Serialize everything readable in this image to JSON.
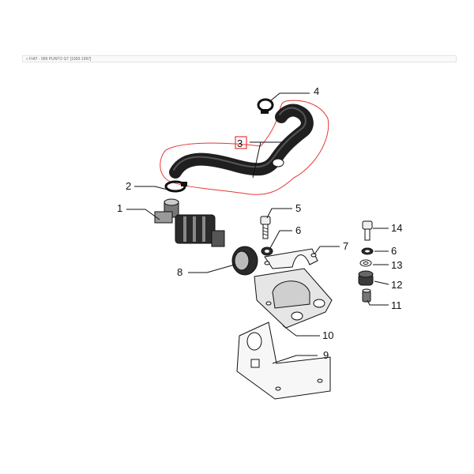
{
  "breadcrumb": "« FIAT - 999 PUNTO GT [1993-1997]",
  "colors": {
    "highlight": "#e53935",
    "part_fill": "#1f1f1f",
    "part_gray": "#9a9a9a",
    "line": "#111111"
  },
  "callouts": {
    "c1": "1",
    "c2": "2",
    "c3": "3",
    "c4": "4",
    "c5": "5",
    "c6a": "6",
    "c6b": "6",
    "c7": "7",
    "c8": "8",
    "c9": "9",
    "c10": "10",
    "c11": "11",
    "c12": "12",
    "c13": "13",
    "c14": "14"
  }
}
